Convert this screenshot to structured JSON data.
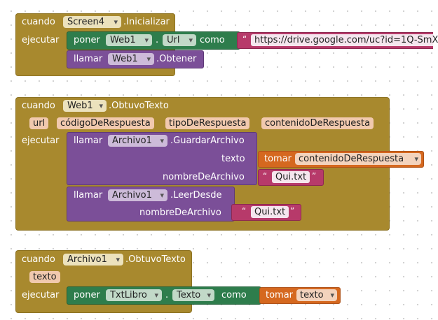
{
  "block1": {
    "when": "cuando",
    "component": "Screen4",
    "event": ".Inicializar",
    "do": "ejecutar",
    "set": "poner",
    "set_component": "Web1",
    "dot": ".",
    "property": "Url",
    "to": "como",
    "url_value": "https://drive.google.com/uc?id=1Q-SmX",
    "call": "llamar",
    "call_component": "Web1",
    "method": ".Obtener"
  },
  "block2": {
    "when": "cuando",
    "component": "Web1",
    "event": ".ObtuvoTexto",
    "params": [
      "url",
      "códigoDeRespuesta",
      "tipoDeRespuesta",
      "contenidoDeRespuesta"
    ],
    "do": "ejecutar",
    "call1": "llamar",
    "call1_component": "Archivo1",
    "call1_method": ".GuardarArchivo",
    "arg_text": "texto",
    "get": "tomar",
    "get_var": "contenidoDeRespuesta",
    "arg_filename": "nombreDeArchivo",
    "filename_value": "Qui.txt",
    "call2": "llamar",
    "call2_component": "Archivo1",
    "call2_method": ".LeerDesde",
    "arg_filename2": "nombreDeArchivo",
    "filename_value2": "Qui.txt"
  },
  "block3": {
    "when": "cuando",
    "component": "Archivo1",
    "event": ".ObtuvoTexto",
    "param": "texto",
    "do": "ejecutar",
    "set": "poner",
    "set_component": "TxtLibro",
    "dot": ".",
    "property": "Texto",
    "to": "como",
    "get": "tomar",
    "get_var": "texto"
  },
  "colors": {
    "event": "#a8892e",
    "procedure": "#7b4f98",
    "setter": "#2e7d4c",
    "variable": "#d5681f",
    "text": "#b73a6a"
  }
}
